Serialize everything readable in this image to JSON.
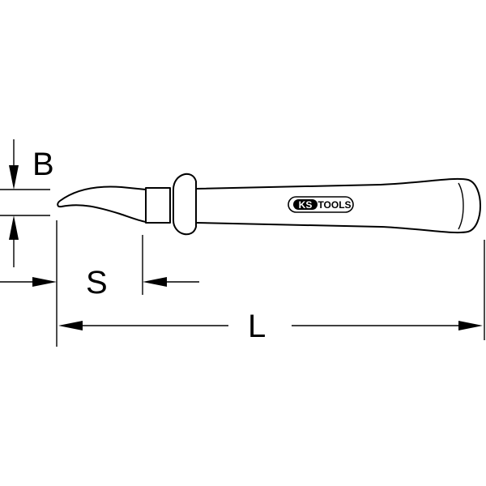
{
  "labels": {
    "blade_width": "B",
    "blade_length": "S",
    "total_length": "L"
  },
  "logo": {
    "text_ks": "KS",
    "text_tools": "TOOLS",
    "brand_color": "#000000"
  },
  "colors": {
    "line": "#000000",
    "background": "#ffffff"
  }
}
